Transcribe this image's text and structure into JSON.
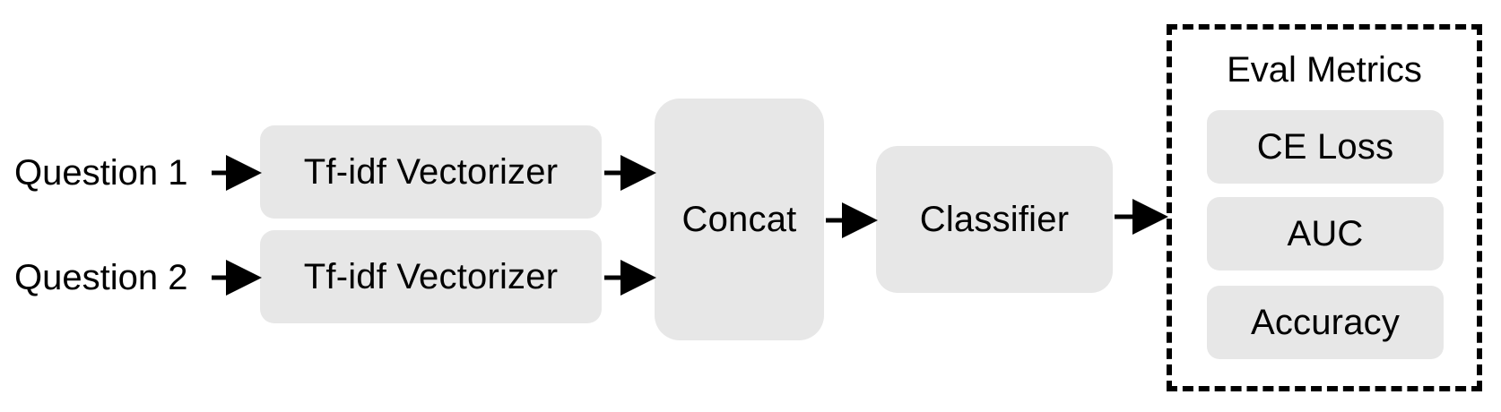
{
  "inputs": {
    "q1": "Question 1",
    "q2": "Question 2"
  },
  "nodes": {
    "vectorizer_1": "Tf-idf Vectorizer",
    "vectorizer_2": "Tf-idf Vectorizer",
    "concat": "Concat",
    "classifier": "Classifier"
  },
  "eval": {
    "title": "Eval Metrics",
    "metrics": [
      "CE Loss",
      "AUC",
      "Accuracy"
    ]
  },
  "colors": {
    "node_fill": "#e7e7e7",
    "stroke": "#000000",
    "background": "#ffffff"
  }
}
